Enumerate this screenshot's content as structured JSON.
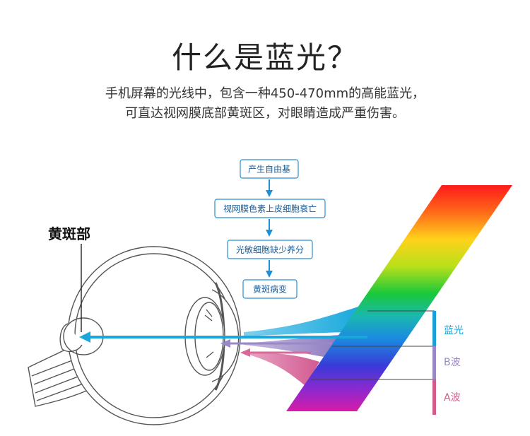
{
  "header": {
    "title": "什么是蓝光？",
    "subtitle_line1": "手机屏幕的光线中，包含一种450-470mm的高能蓝光，",
    "subtitle_line2": "可直达视网膜底部黄斑区，对眼睛造成严重伤害。"
  },
  "flow": {
    "steps": [
      {
        "label": "产生自由基"
      },
      {
        "label": "视网膜色素上皮细胞衰亡"
      },
      {
        "label": "光敏细胞缺少养分"
      },
      {
        "label": "黄斑病变"
      }
    ]
  },
  "eye": {
    "macula_label": "黄斑部"
  },
  "bands": [
    {
      "label": "蓝光",
      "color": "#1aa0d8"
    },
    {
      "label": "B波",
      "color": "#9b86c4"
    },
    {
      "label": "A波",
      "color": "#d45a8c"
    }
  ],
  "colors": {
    "flow_border": "#2a8fd1",
    "flow_arrow": "#1e90d8",
    "blue_ray": "#1aa8dc",
    "purple_ray": "#9a88c8",
    "pink_ray": "#d86a98"
  }
}
